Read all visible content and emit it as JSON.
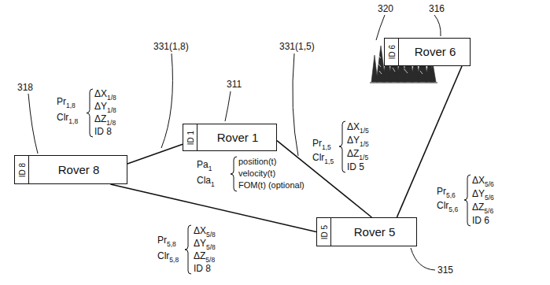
{
  "diagram": {
    "nodes": [
      {
        "text": [
          "ID 6",
          "Rover 6"
        ]
      },
      {
        "text": [
          "ID 1",
          "Rover 1"
        ]
      },
      {
        "text": [
          "ID 8",
          "Rover 8"
        ]
      },
      {
        "text": [
          "ID 5",
          "Rover 5"
        ]
      }
    ],
    "edges": [
      {
        "from": 1,
        "to": 2,
        "arrow": "none"
      },
      {
        "from": 1,
        "to": 3,
        "arrow": "none"
      },
      {
        "from": 2,
        "to": 3,
        "arrow": "none"
      },
      {
        "from": 3,
        "to": 0,
        "arrow": "none"
      }
    ],
    "labels": [
      "331(1,8)",
      "311",
      "331(1,5)",
      "320",
      "316",
      "318",
      "315",
      "Pr",
      "1,8",
      "Clr",
      "1,8",
      "ΔX",
      "1/8",
      "ΔY",
      "1/8",
      "ΔZ",
      "1/8",
      "ID 8",
      "Pa",
      "1",
      "Cla",
      "1",
      "position(t)",
      "velocity(t)",
      "FOM(t) (optional)",
      "Pr",
      "1,5",
      "Clr",
      "1,5",
      "ΔX",
      "1/5",
      "ΔY",
      "1/5",
      "ΔZ",
      "1/5",
      "ID 5",
      "Pr",
      "5,6",
      "Clr",
      "5,6",
      "ΔX",
      "5/6",
      "ΔY",
      "5/6",
      "ΔZ",
      "5/6",
      "ID 6",
      "Pr",
      "5,8",
      "Clr",
      "5,8",
      "ΔX",
      "5/8",
      "ΔY",
      "5/8",
      "ΔZ",
      "5/8",
      "ID 8"
    ]
  }
}
